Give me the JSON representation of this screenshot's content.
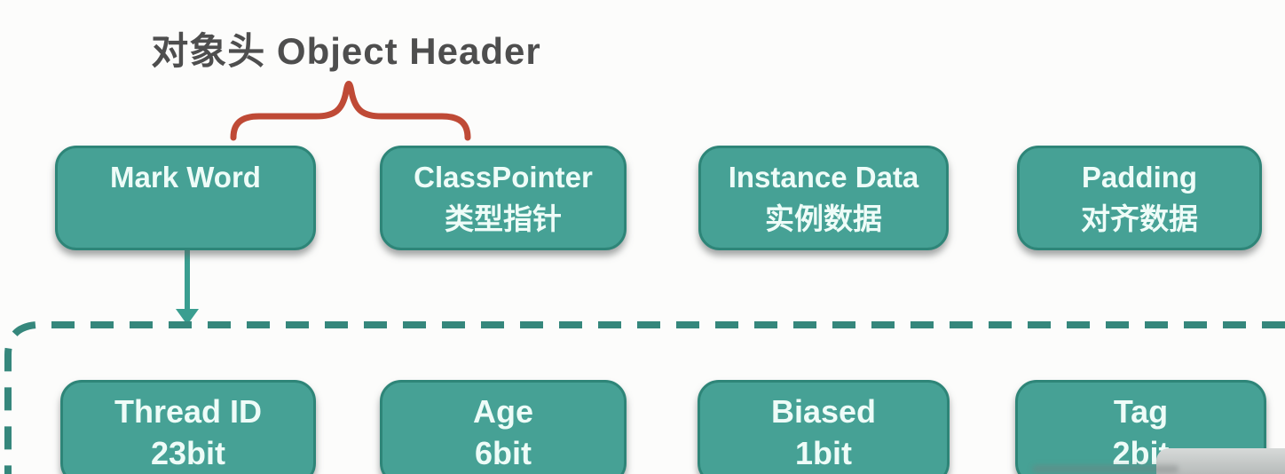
{
  "title": "对象头 Object Header",
  "colors": {
    "box_fill": "#46a195",
    "box_border": "#2e8578",
    "box_text": "#eefcf8",
    "teal_accent": "#2f958a",
    "brace_red": "#bf4a36",
    "title_text": "#4e4e4e"
  },
  "top_row": [
    {
      "line1": "Mark Word",
      "line2": ""
    },
    {
      "line1": "ClassPointer",
      "line2": "类型指针"
    },
    {
      "line1": "Instance Data",
      "line2": "实例数据"
    },
    {
      "line1": "Padding",
      "line2": "对齐数据"
    }
  ],
  "bottom_row": [
    {
      "line1": "Thread ID",
      "line2": "23bit"
    },
    {
      "line1": "Age",
      "line2": "6bit"
    },
    {
      "line1": "Biased",
      "line2": "1bit"
    },
    {
      "line1": "Tag",
      "line2": "2bit"
    }
  ]
}
